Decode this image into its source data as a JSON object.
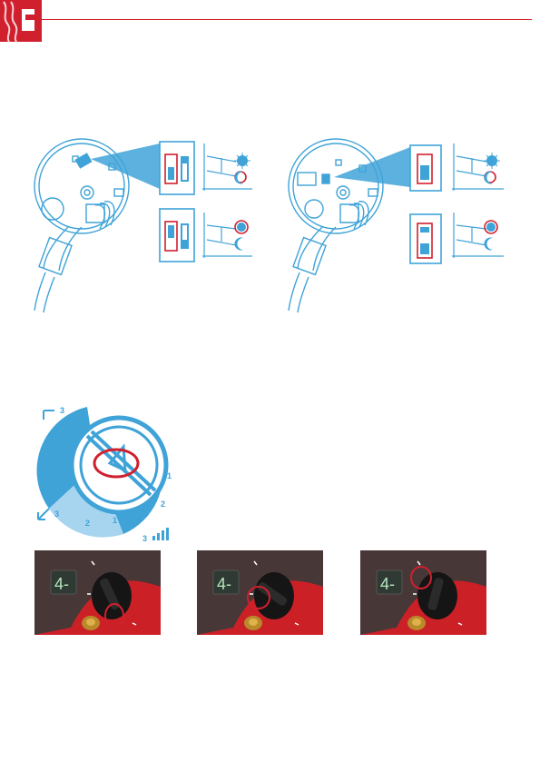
{
  "colors": {
    "brand_red": "#d0202e",
    "diagram_blue": "#3fa3d8",
    "highlight_red": "#d0202e",
    "pump_body_red": "#cc2027",
    "pump_panel_dark": "#3a3a3a",
    "display_green": "#b8e6c0"
  },
  "dial": {
    "scale_top": [
      "3",
      "2",
      "1"
    ],
    "scale_right": [
      "1",
      "2",
      "3"
    ],
    "scale_bottom": [
      "3",
      "2",
      "1"
    ],
    "mode_icons": [
      "constant-pressure-icon",
      "proportional-pressure-icon",
      "constant-speed-icon"
    ]
  },
  "photos": [
    {
      "display": "4-"
    },
    {
      "display": "4-"
    },
    {
      "display": "4-"
    }
  ],
  "switch_states": [
    {
      "diagram": "left",
      "upper": "position-a",
      "lower": "position-b"
    },
    {
      "diagram": "right",
      "upper": "position-a",
      "lower": "position-b"
    }
  ]
}
